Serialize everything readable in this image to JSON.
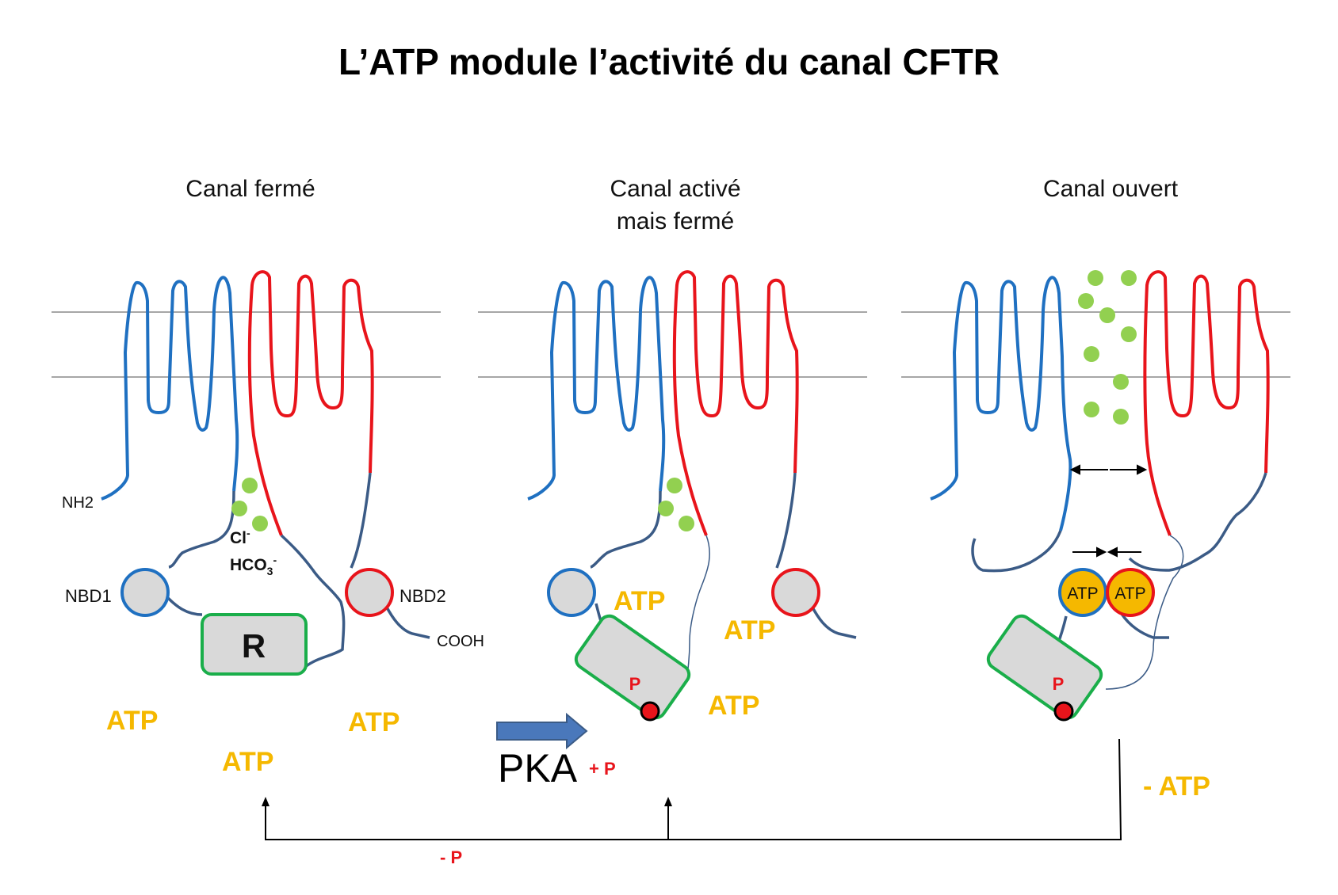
{
  "title": "L’ATP module l’activité du canal CFTR",
  "panels": [
    {
      "title_line1": "Canal fermé",
      "title_line2": ""
    },
    {
      "title_line1": "Canal activé",
      "title_line2": "mais fermé"
    },
    {
      "title_line1": "Canal ouvert",
      "title_line2": ""
    }
  ],
  "labels": {
    "nh2": "NH2",
    "nbd1": "NBD1",
    "nbd2": "NBD2",
    "cooh": "COOH",
    "r_domain": "R",
    "ion_cl": "Cl",
    "ion_cl_charge": "-",
    "ion_hco3": "HCO",
    "ion_hco3_sub": "3",
    "ion_hco3_charge": "-",
    "atp": "ATP",
    "phospho": "P",
    "pka": "PKA",
    "plus_p": "+ P",
    "minus_p": "- P",
    "minus_atp": "- ATP"
  },
  "colors": {
    "tm_blue": "#1F70C1",
    "tm_red": "#E8141B",
    "linker": "#3B5B86",
    "ion_green": "#92D050",
    "atp_orange": "#F5B800",
    "r_green": "#1AAE4A",
    "nbd_fill": "#D9D9D9",
    "arrow_blue": "#4A78BB",
    "membrane": "#A6A6A6",
    "phospho_red": "#E8141B"
  }
}
